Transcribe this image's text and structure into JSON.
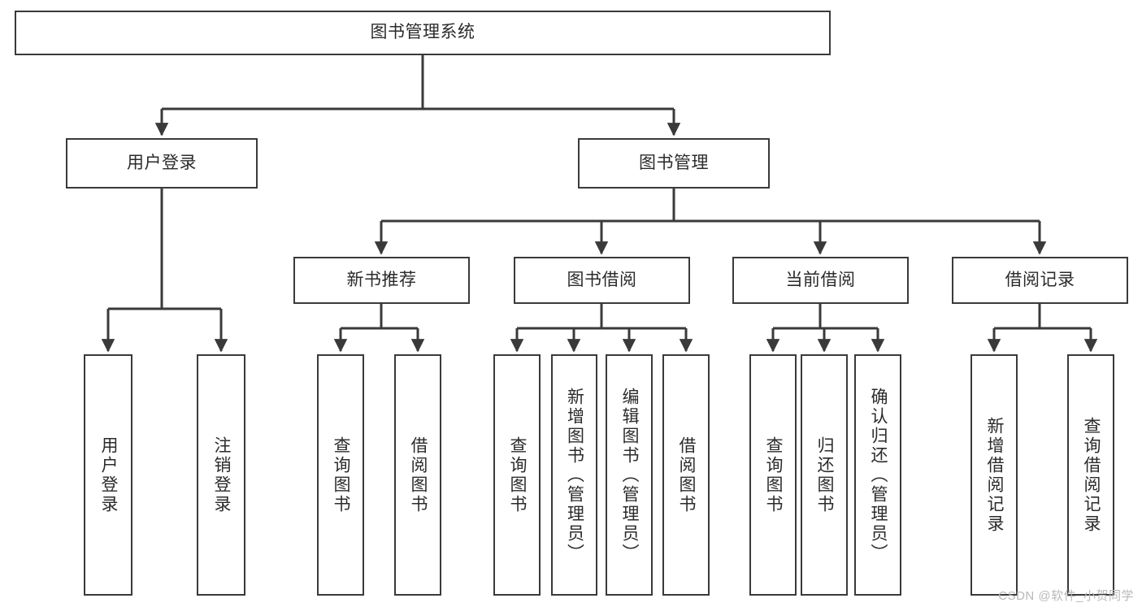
{
  "diagram": {
    "title": "图书管理系统",
    "type": "tree-hierarchy-chart",
    "line_color": "#3a3a3a",
    "box_fill": "#ffffff",
    "text_color": "#2b2b2b",
    "root": {
      "label": "图书管理系统"
    },
    "level2": [
      {
        "label": "用户登录"
      },
      {
        "label": "图书管理"
      }
    ],
    "level3": [
      {
        "label": "新书推荐"
      },
      {
        "label": "图书借阅"
      },
      {
        "label": "当前借阅"
      },
      {
        "label": "借阅记录"
      }
    ],
    "leaves": {
      "user_login": [
        {
          "label": "用户登录"
        },
        {
          "label": "注销登录"
        }
      ],
      "new_book_recommend": [
        {
          "label": "查询图书"
        },
        {
          "label": "借阅图书"
        }
      ],
      "book_borrow": [
        {
          "label": "查询图书"
        },
        {
          "label": "新增图书（管理员）"
        },
        {
          "label": "编辑图书（管理员）"
        },
        {
          "label": "借阅图书"
        }
      ],
      "current_borrow": [
        {
          "label": "查询图书"
        },
        {
          "label": "归还图书"
        },
        {
          "label": "确认归还（管理员）"
        }
      ],
      "borrow_record": [
        {
          "label": "新增借阅记录"
        },
        {
          "label": "查询借阅记录"
        }
      ]
    }
  },
  "watermark": {
    "text": "CSDN @软件_小贺同学"
  }
}
